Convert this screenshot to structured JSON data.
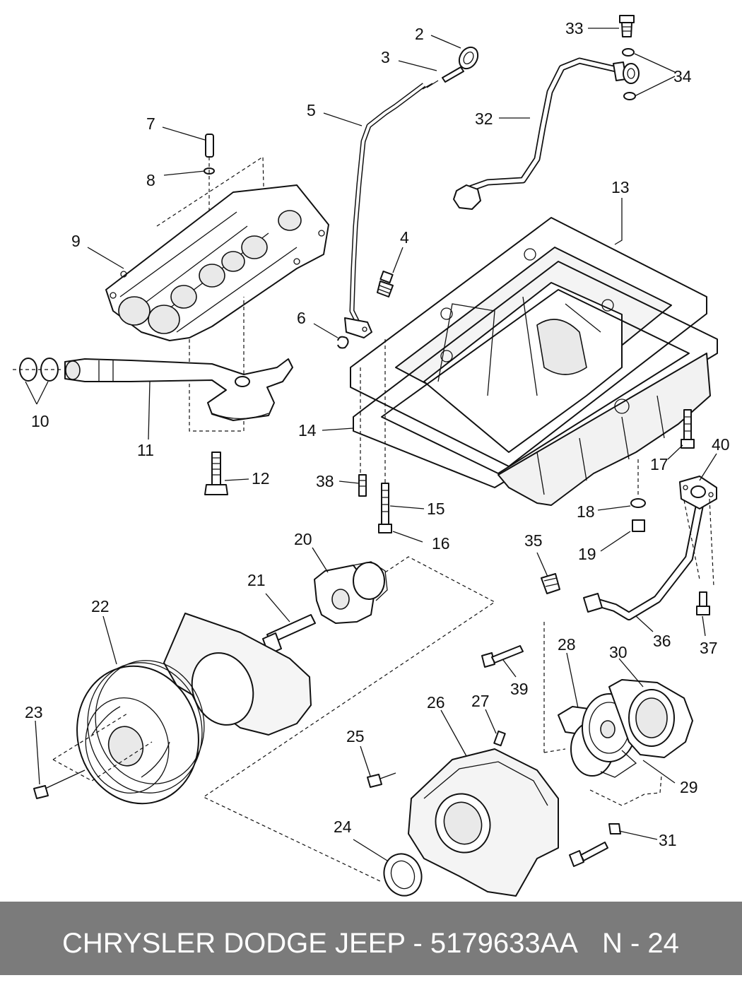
{
  "diagram": {
    "callouts": [
      "2",
      "3",
      "4",
      "5",
      "6",
      "7",
      "8",
      "9",
      "10",
      "11",
      "12",
      "13",
      "14",
      "15",
      "16",
      "17",
      "18",
      "19",
      "20",
      "21",
      "22",
      "23",
      "24",
      "25",
      "26",
      "27",
      "28",
      "29",
      "30",
      "31",
      "32",
      "33",
      "34",
      "35",
      "36",
      "37",
      "38",
      "39",
      "40"
    ]
  },
  "footer": {
    "brand_text": "CHRYSLER DODGE JEEP - 5179633AA",
    "code_text": "N - 24",
    "background_color": "#7b7b7b",
    "text_color": "#ffffff"
  }
}
